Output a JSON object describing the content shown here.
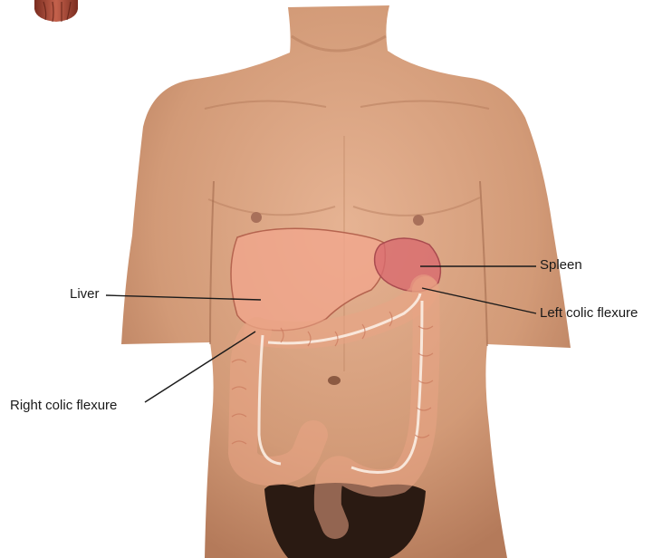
{
  "labels": {
    "liver": "Liver",
    "right_colic_flexure": "Right colic flexure",
    "spleen": "Spleen",
    "left_colic_flexure": "Left colic flexure"
  },
  "colors": {
    "skin": "#d9a27e",
    "skin_shadow": "#b97b5c",
    "organ_fill": "#f1a58c",
    "organ_stroke": "#b5644f",
    "spleen_fill": "#d86a6e",
    "colon_fill": "#f3b497",
    "leader_line": "#1a1a1a",
    "hair": "#2a1a12"
  },
  "icons": {
    "corner_icon": "muscle-icon"
  }
}
